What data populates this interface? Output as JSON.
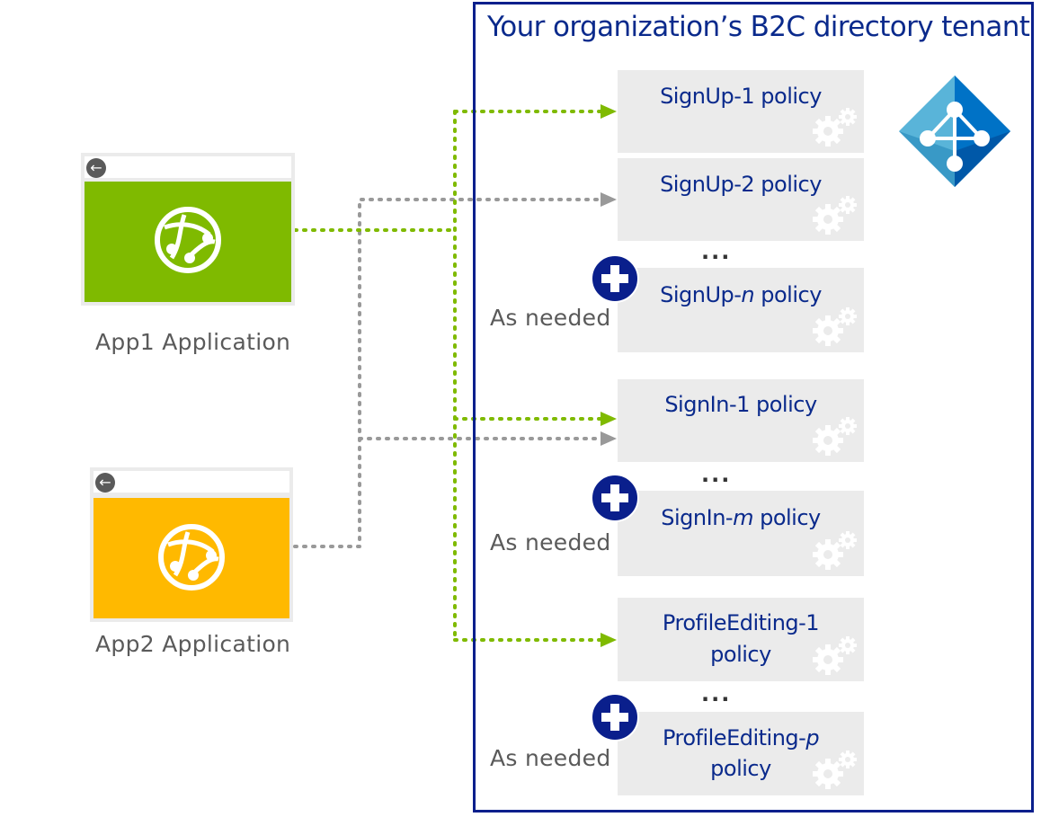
{
  "tenant": {
    "title": "Your organization’s B2C directory tenant"
  },
  "apps": [
    {
      "id": "app1",
      "label": "App1 Application",
      "color": "#7fba00"
    },
    {
      "id": "app2",
      "label": "App2 Application",
      "color": "#ffb900"
    }
  ],
  "policies": {
    "signup_1": "SignUp-1 policy",
    "signup_2": "SignUp-2 policy",
    "signup_n_prefix": "SignUp-",
    "signup_n_var": "n",
    "signup_n_suffix": " policy",
    "signin_1": "SignIn-1 policy",
    "signin_m_prefix": "SignIn-",
    "signin_m_var": "m",
    "signin_m_suffix": " policy",
    "profile_1_line1": "ProfileEditing-1",
    "profile_1_line2": "policy",
    "profile_p_prefix": "ProfileEditing-",
    "profile_p_var": "p",
    "profile_p_line2": "policy"
  },
  "as_needed": "As needed",
  "ellipsis": "...",
  "colors": {
    "app1_line": "#7fba00",
    "app2_line": "#999999",
    "tenant_border": "#0a1f8c",
    "policy_text": "#0a2a8c",
    "plus_circle": "#0a1f8c"
  }
}
